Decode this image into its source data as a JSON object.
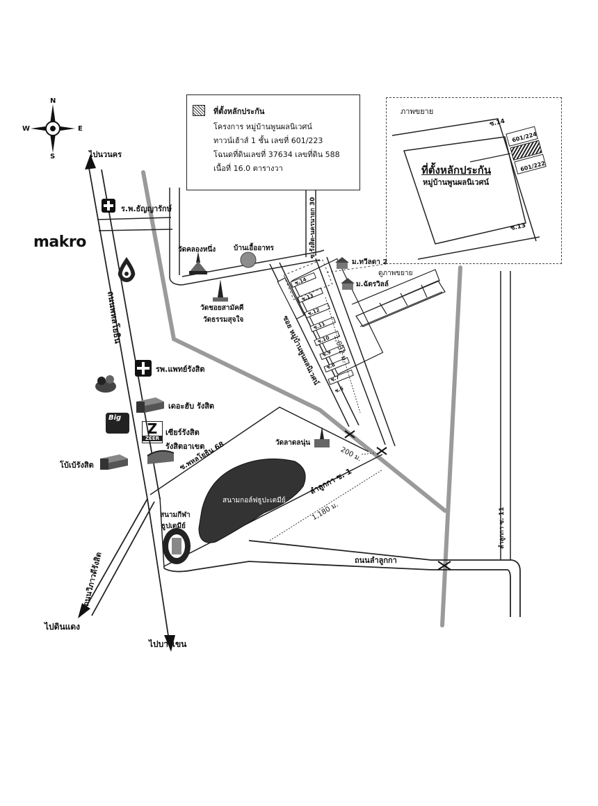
{
  "compass": {
    "n": "N",
    "s": "S",
    "e": "E",
    "w": "W"
  },
  "legend": {
    "title": "ที่ตั้งหลักประกัน",
    "project": "โครงการ หมู่บ้านพูนผลนิเวศน์",
    "house": "ทาวน์เฮ้าส์ 1 ชั้น  เลขที่ 601/223",
    "deed": "โฉนดที่ดินเลขที่ 37634 เลขที่ดิน 588",
    "area": "เนื้อที่ 16.0 ตารางวา"
  },
  "inset": {
    "title": "ภาพขยาย",
    "collateral": "ที่ตั้งหลักประกัน",
    "village": "หมู่บ้านพูนผลนิเวศน์",
    "lot_a": "601/224",
    "lot_b": "601/222",
    "soi_14": "ซ.14",
    "soi_13": "ซ.13"
  },
  "labels": {
    "to_wangnoi": "ไปนวนคร",
    "to_dindaeng": "ไปดินแดง",
    "to_bangkhen": "ไปบางเขน",
    "makro": "makro",
    "hosp_thanyarak": "ร.พ.ธัญญารักษ์",
    "hosp_phaet": "รพ.แพทย์รังสิต",
    "wat_khlongnueng": "วัดคลองหนึ่ง",
    "ban_uea": "บ้านเอื้ออาทร",
    "wat_khoi": "วัดชอยสามัคคี",
    "wat_tham": "วัดธรรมสุจใจ",
    "future_park": "เดอะฮับ รังสิต",
    "zeer": "เซียร์รังสิต",
    "rangsit_arcade": "รังสิตอาเขต",
    "lotus": "โบ้เบ้รังสิต",
    "phahon_road": "ถนนพหลโยธิน",
    "vibhavadi_road": "ถนนวิภาวดีรังสิต",
    "phahon_soi": "ซ.พหลโยธิน 68",
    "rangsit_nakhon": "ซ.รังสิต-นครนายก 30",
    "soi_village": "ซอย หมู่บ้านพูนผลนิเวศน์",
    "m_thawila": "ม.ทวีลดา 2",
    "m_chatchawan": "ม.ฉัตรวิลล์",
    "inset_ref": "ดูภาพขยาย",
    "dist_1032": "1,032 ม.",
    "dist_200": "200 ม.",
    "dist_1180": "1,180 ม.",
    "wat_latlumkaeo": "วัดลาดลนุ่น",
    "lamlukka_soi1": "ลำลูกกา ซ. 1",
    "lamlukka_soi11": "ลำลูกกา ซ. 11",
    "golf": "สนามกอล์ฟธูปะเตมีย์",
    "stadium_1": "สนามกีฬา",
    "stadium_2": "ธูปเตมีย์",
    "lamlukka_road": "ถนนลำลูกกา",
    "big_c": "Big",
    "zeer_logo": "ZEER"
  },
  "sois": [
    "ซ.14",
    "ซ.13",
    "ซ.12",
    "ซ.11",
    "ซ.10",
    "ซ.9",
    "ซ.8",
    "ซ.7",
    "ซ.6"
  ]
}
